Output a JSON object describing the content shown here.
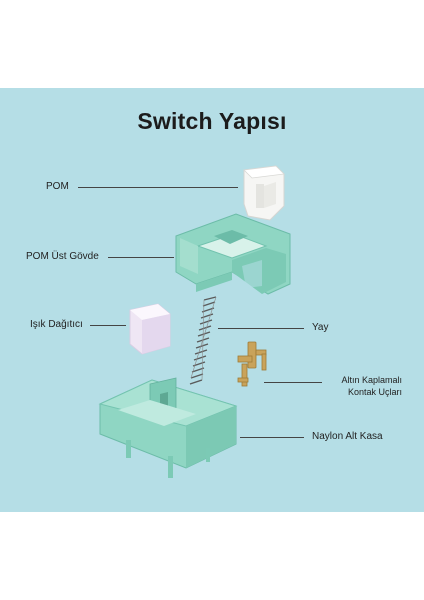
{
  "title": "Switch Yapısı",
  "labels": {
    "pom": "POM",
    "pom_ust_govde": "POM Üst Gövde",
    "isik_dagitici": "Işık Dağıtıcı",
    "yay": "Yay",
    "altin_line1": "Altın Kaplamalı",
    "altin_line2": "Kontak Uçları",
    "naylon_alt_kasa": "Naylon Alt Kasa"
  },
  "colors": {
    "background": "#b5dee6",
    "housing": "#8fd6c3",
    "stem": "#f6f6f4",
    "diffuser": "#efe6f4",
    "contacts": "#c9a35a"
  }
}
